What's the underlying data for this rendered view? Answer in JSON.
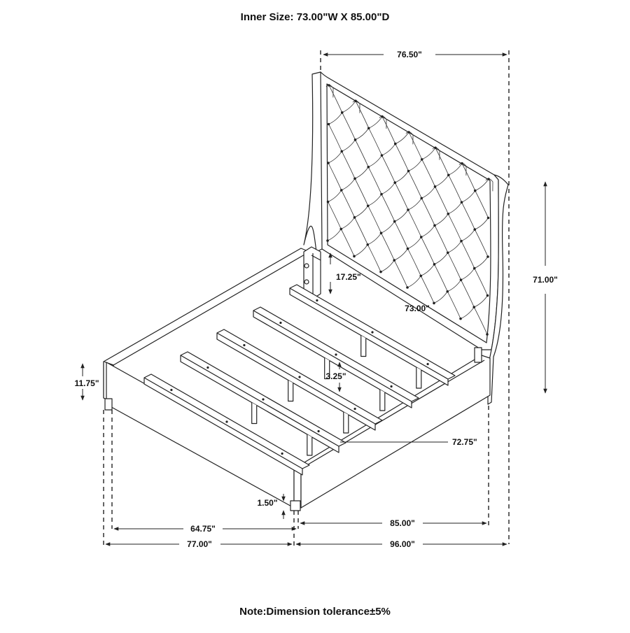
{
  "header": {
    "inner_size": "Inner Size: 73.00\"W X 85.00\"D"
  },
  "footer": {
    "note": "Note:Dimension tolerance±5%"
  },
  "dimensions": {
    "headboard_width": "76.50\"",
    "headboard_height": "71.00\"",
    "slat_gap": "17.25\"",
    "inner_width": "73.00\"",
    "rail_height": "11.75\"",
    "slat_height": "3.25\"",
    "slat_length": "72.75\"",
    "leg_height": "1.50\"",
    "left_side_inner": "64.75\"",
    "overall_width": "77.00\"",
    "inner_depth": "85.00\"",
    "overall_depth": "96.00\""
  }
}
